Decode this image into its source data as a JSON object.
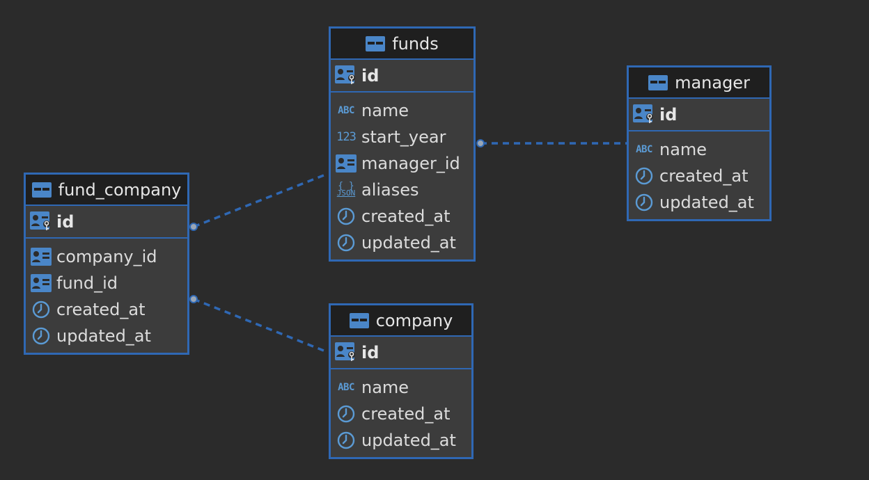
{
  "diagram": {
    "tables": [
      {
        "key": "funds",
        "name": "funds",
        "primary_key": "id",
        "columns": [
          {
            "name": "name",
            "type": "string"
          },
          {
            "name": "start_year",
            "type": "number"
          },
          {
            "name": "manager_id",
            "type": "reference"
          },
          {
            "name": "aliases",
            "type": "json"
          },
          {
            "name": "created_at",
            "type": "timestamp"
          },
          {
            "name": "updated_at",
            "type": "timestamp"
          }
        ]
      },
      {
        "key": "manager",
        "name": "manager",
        "primary_key": "id",
        "columns": [
          {
            "name": "name",
            "type": "string"
          },
          {
            "name": "created_at",
            "type": "timestamp"
          },
          {
            "name": "updated_at",
            "type": "timestamp"
          }
        ]
      },
      {
        "key": "fund_company",
        "name": "fund_company",
        "primary_key": "id",
        "columns": [
          {
            "name": "company_id",
            "type": "reference"
          },
          {
            "name": "fund_id",
            "type": "reference"
          },
          {
            "name": "created_at",
            "type": "timestamp"
          },
          {
            "name": "updated_at",
            "type": "timestamp"
          }
        ]
      },
      {
        "key": "company",
        "name": "company",
        "primary_key": "id",
        "columns": [
          {
            "name": "name",
            "type": "string"
          },
          {
            "name": "created_at",
            "type": "timestamp"
          },
          {
            "name": "updated_at",
            "type": "timestamp"
          }
        ]
      }
    ],
    "relationships": [
      {
        "from": "funds",
        "to": "manager"
      },
      {
        "from": "fund_company",
        "to": "funds"
      },
      {
        "from": "fund_company",
        "to": "company"
      }
    ],
    "type_icons": {
      "string": "abc-icon",
      "number": "number-icon",
      "reference": "reference-card-icon",
      "json": "json-icon",
      "timestamp": "clock-icon",
      "primary_key": "primary-key-icon",
      "table": "table-icon"
    },
    "colors": {
      "background": "#2b2b2b",
      "accent": "#2f68b4",
      "icon": "#5b9bd5",
      "connector": "#2f68b4"
    }
  }
}
